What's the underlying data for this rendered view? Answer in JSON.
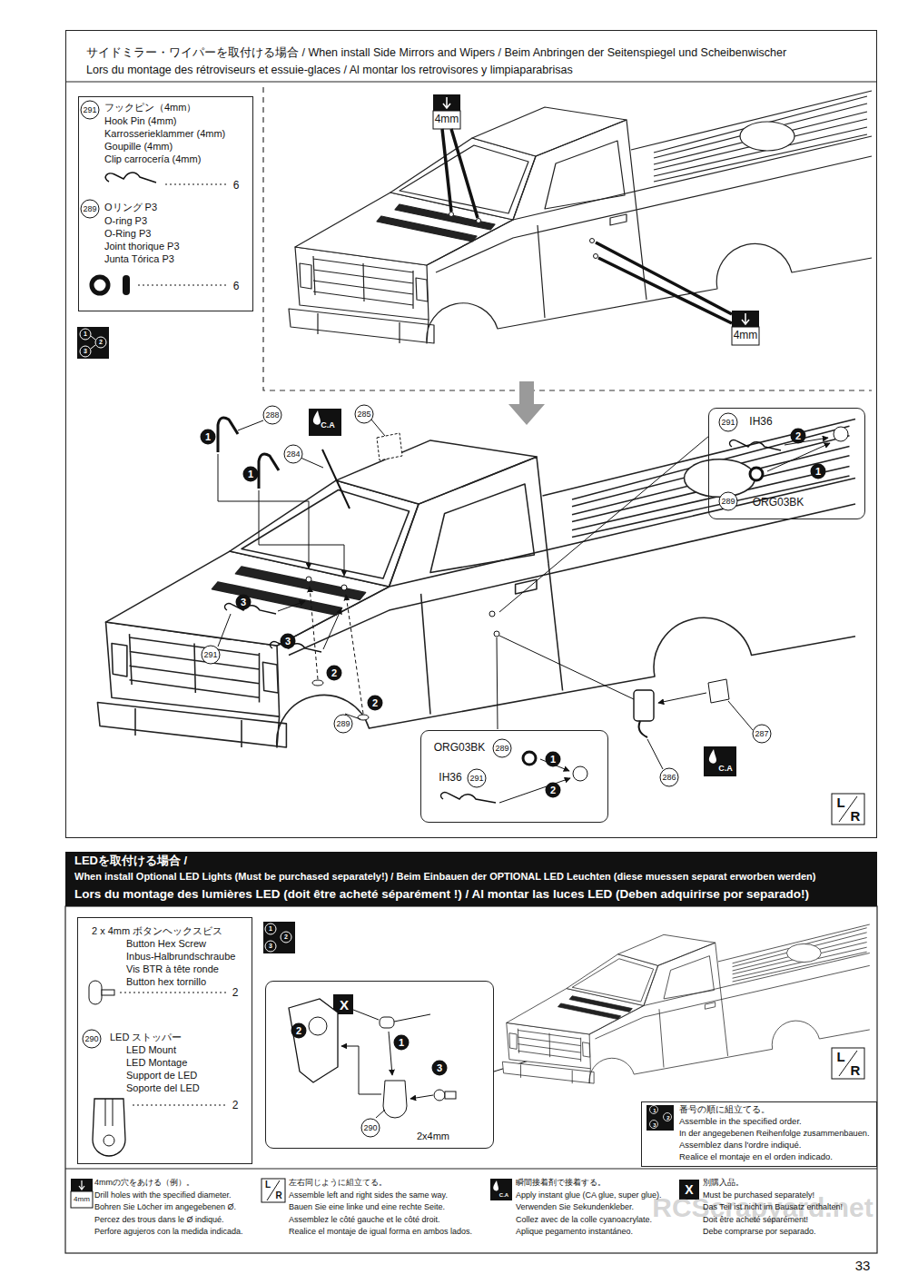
{
  "diagram": {
    "nodes": [
      {
        "text": [
          "サイドミラー・ワイパーを取付ける場合 / When install Side Mirrors and Wipers / Beim Anbringen der Seitenspiegel und Scheibenwischer",
          "Lors du montage des rétroviseurs et essuie-glaces / Al montar los retrovisores y limpiaparabrisas"
        ]
      },
      {
        "text": [
          "291",
          "フックピン（4mm）",
          "Hook Pin (4mm)",
          "Karrosserieklammer (4mm)",
          "Goupille (4mm)",
          "Clip carrocería (4mm)",
          "6",
          "289",
          "Oリング P3",
          "O-ring P3",
          "O-Ring P3",
          "Joint thorique P3",
          "Junta Tórica P3",
          "6"
        ],
        "in": 0
      },
      {
        "text": [
          "291",
          "IH36",
          "2",
          "1",
          "289",
          "ORG03BK"
        ],
        "in": 0
      },
      {
        "text": [
          "ORG03BK",
          "289",
          "1",
          "IH36",
          "291",
          "2"
        ],
        "in": 0
      },
      {
        "text": [
          "LEDを取付ける場合 /",
          "When install Optional LED Lights (Must be purchased separately!) / Beim Einbauen der OPTIONAL LED Leuchten (diese muessen separat erworben werden)",
          "Lors du montage des lumières LED (doit être acheté séparément !) / Al montar las luces LED (Deben adquirirse por separado!)"
        ]
      },
      {
        "text": [
          "2 x 4mm ボタンヘックスビス",
          "Button Hex Screw",
          "Inbus-Halbrundschraube",
          "Vis BTR à tête ronde",
          "Button hex tornillo",
          "2",
          "290",
          "LED ストッパー",
          "LED Mount",
          "LED Montage",
          "Support de LED",
          "Soporte del LED",
          "2"
        ]
      },
      {
        "text": [
          "X",
          "2",
          "1",
          "3",
          "290",
          "2x4mm"
        ]
      },
      {
        "text": [
          "1",
          "2",
          "3",
          "番号の順に組立てる。",
          "Assemble in the specified order.",
          "In der angegebenen Reihenfolge zusammenbauen.",
          "Assemblez dans l'ordre indiqué.",
          "Realice el montaje en el orden indicado."
        ]
      }
    ],
    "labels": [
      "1",
      "2",
      "3",
      "4mm",
      "4mm",
      "288",
      "1",
      "1",
      "C.A",
      "285",
      "284",
      "3",
      "3",
      "291",
      "2",
      "2",
      "289",
      "287",
      "286",
      "C.A",
      "L",
      "R",
      "1",
      "2",
      "3",
      "L",
      "R",
      "4mm",
      "4mmの穴をあける（例）。",
      "Drill holes with the specified diameter.",
      "Bohren Sie Löcher im angegebenen Ø.",
      "Percez des trous dans le Ø indiqué.",
      "Perfore agujeros con la medida indicada.",
      "L",
      "R",
      "左右同じように組立てる。",
      "Assemble left and right sides the same way.",
      "Bauen Sie eine linke und eine rechte Seite.",
      "Assemblez le côté gauche et le côté droit.",
      "Realice el montaje de igual forma en ambos lados.",
      "C.A",
      "瞬間接着剤で接着する。",
      "Apply instant glue (CA glue, super glue).",
      "Verwenden Sie Sekundenkleber.",
      "Collez avec de la colle cyanoacrylate.",
      "Aplique pegamento instantáneo.",
      "X",
      "別購入品。",
      "Must be purchased separately!",
      "Das Teil ist nicht im Bausatz enthalten!",
      "Doit être acheté séparément!",
      "Debe comprarse por separado.",
      "RCScrapyard.net",
      "33"
    ]
  }
}
